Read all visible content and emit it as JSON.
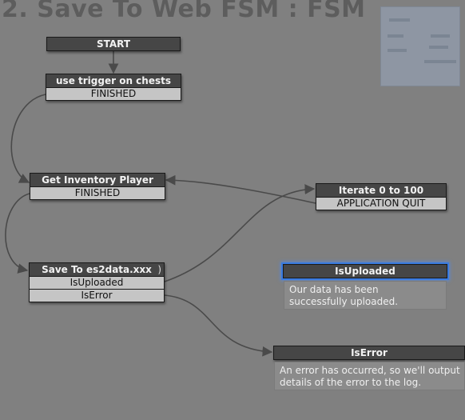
{
  "title": "2. Save To Web FSM : FSM",
  "states": {
    "start": {
      "label": "START"
    },
    "use_trigger": {
      "label": "use trigger on chests",
      "events": [
        "FINISHED"
      ]
    },
    "get_inventory": {
      "label": "Get Inventory Player",
      "events": [
        "FINISHED"
      ]
    },
    "iterate": {
      "label": "Iterate 0 to 100",
      "events": [
        "APPLICATION QUIT"
      ]
    },
    "save_to": {
      "label": "Save To es2data.xxx",
      "events": [
        "IsUploaded",
        "IsError"
      ]
    },
    "is_uploaded": {
      "label": "IsUploaded",
      "comment": "Our data has been successfully uploaded."
    },
    "is_error": {
      "label": "IsError",
      "comment": "An error has occurred, so we'll output details of the error to the log."
    }
  },
  "colors": {
    "canvas": "#808080",
    "state_header": "#464646",
    "event_row": "#c5c5c5",
    "selected_outline": "#3a7be0",
    "transition_line": "#4a4a4a"
  },
  "icons": {
    "transition_arrow": "arrow-head-icon",
    "action_indicator": "paren-icon"
  }
}
